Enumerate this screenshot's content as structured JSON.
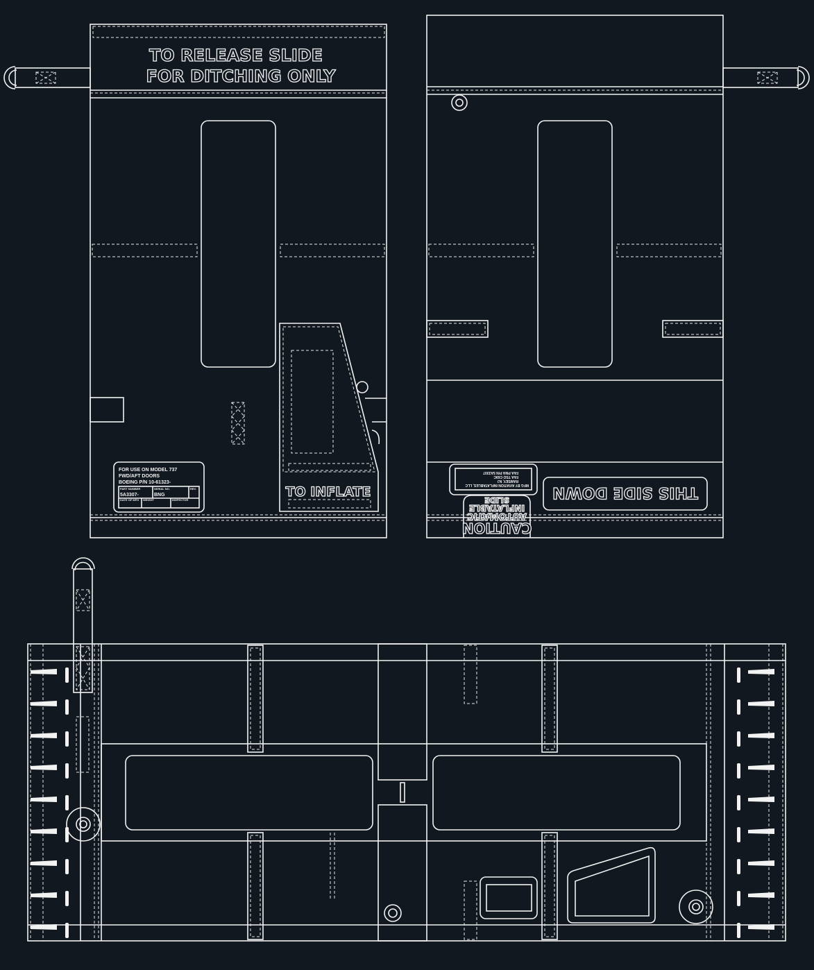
{
  "colors": {
    "background": "#111820",
    "line": "#f2f2f2"
  },
  "front_panel": {
    "release_line1": "TO RELEASE SLIDE",
    "release_line2": "FOR DITCHING ONLY",
    "inflate_label": "TO INFLATE",
    "placard": {
      "line1": "FOR USE ON MODEL 737",
      "line2": "FWD/AFT DOORS",
      "line3": "BOEING P/N 10-61323-",
      "part_number_label": "PART NUMBER",
      "part_number": "5A3307-",
      "serial_label": "SERIAL NO.",
      "serial": "BNG",
      "rev_label": "REV.",
      "date_label": "DATE OF MFG",
      "weight_label": "WEIGHT",
      "inspector_label": "INSPECTOR"
    }
  },
  "back_panel": {
    "this_side_down": "THIS SIDE DOWN",
    "mfg_plate": {
      "line1": "MFG BY  AVIATION INFLATABLES, LLC",
      "line2": "RAMSEY, NJ",
      "line3": "FAA TSO C69C",
      "line4": "FAA PMA P/N 5A3307"
    },
    "caution": {
      "line1": "CAUTION",
      "line2": "AUTOMATIC",
      "line3": "INFLATABLE",
      "line4": "SLIDE"
    }
  }
}
